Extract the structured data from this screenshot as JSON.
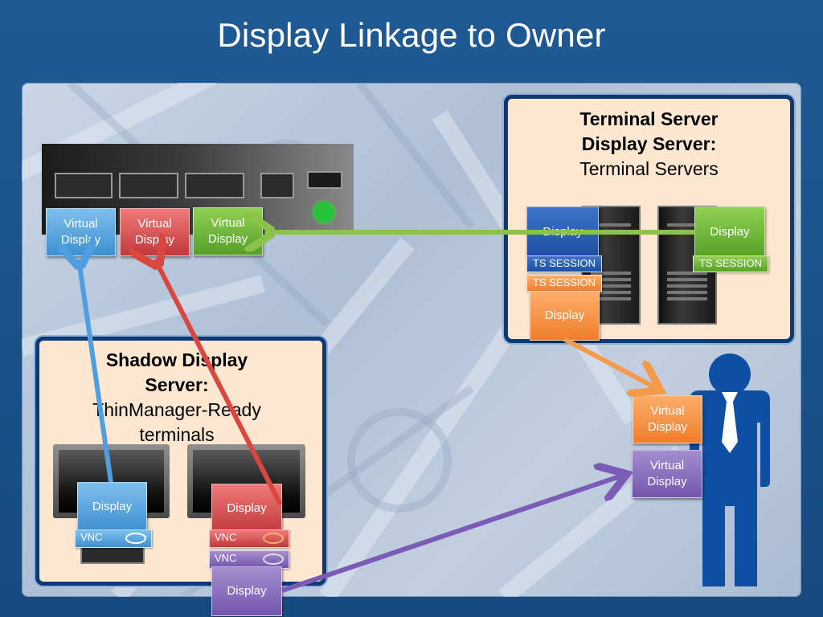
{
  "slide": {
    "title": "Display Linkage to Owner"
  },
  "terminal_server_panel": {
    "heading_line1": "Terminal Server",
    "heading_line2": "Display Server:",
    "subtitle": "Terminal Servers"
  },
  "shadow_panel": {
    "heading_line1": "Shadow Display",
    "heading_line2": "Server:",
    "subtitle_line1": "ThinManager-Ready",
    "subtitle_line2": "terminals"
  },
  "rack_virtual_displays": [
    {
      "label_line1": "Virtual",
      "label_line2": "Display",
      "color": "#5aa9e6"
    },
    {
      "label_line1": "Virtual",
      "label_line2": "Display",
      "color": "#d9534f"
    },
    {
      "label_line1": "Virtual",
      "label_line2": "Display",
      "color": "#6fb83a"
    }
  ],
  "ts_sessions": {
    "display_blue": "Display",
    "ts_session_blue": "TS SESSION",
    "ts_session_orange": "TS SESSION",
    "display_orange": "Display",
    "display_green": "Display",
    "ts_session_green": "TS SESSION"
  },
  "owner_virtual_displays": [
    {
      "label_line1": "Virtual",
      "label_line2": "Display",
      "color": "#f39a4b"
    },
    {
      "label_line1": "Virtual",
      "label_line2": "Display",
      "color": "#8a73c4"
    }
  ],
  "shadow_terminals": {
    "left_display": "Display",
    "left_vnc": "VNC",
    "right_display": "Display",
    "right_vnc_red": "VNC",
    "right_vnc_purple": "VNC",
    "bottom_display": "Display"
  },
  "colors": {
    "blue": "#4f9ee0",
    "red": "#d9473f",
    "green": "#8bc34a",
    "orange": "#f39a4b",
    "purple": "#7a5bb5",
    "panel_border": "#0d3a75",
    "person": "#0d4fa3"
  }
}
